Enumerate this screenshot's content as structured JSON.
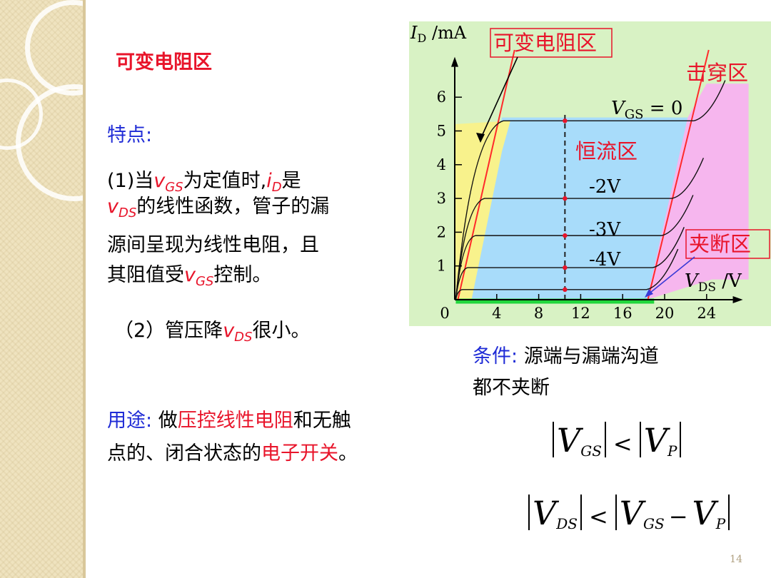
{
  "title": "可变电阻区",
  "features": {
    "label": "特点:",
    "p1_a": "(1)当",
    "v_gs": "v",
    "v_gs_sub": "GS",
    "p1_b": "为定值时,",
    "i_d": "i",
    "i_d_sub": "D",
    "p1_c": "是",
    "v_ds": "v",
    "v_ds_sub": "DS",
    "p1_d": "的线性函数，管子的漏",
    "p1_e": "源间呈现为线性电阻，且",
    "p1_f": "其阻值受",
    "p1_g": "控制。",
    "p2_a": "（2）管压降",
    "p2_b": "很小。"
  },
  "usage": {
    "label": "用途:",
    "a": "做",
    "b": "压控线性电阻",
    "c": "和无触",
    "d": "点的、闭合状态的",
    "e": "电子开关",
    "f": "。"
  },
  "condition": {
    "label": "条件:",
    "text1": "源端与漏端沟道",
    "text2": "都不夹断"
  },
  "formula1": {
    "v1": "V",
    "s1": "GS",
    "op": "<",
    "v2": "V",
    "s2": "P"
  },
  "formula2": {
    "v1": "V",
    "s1": "DS",
    "op": "<",
    "v2": "V",
    "s2": "GS",
    "minus": "−",
    "v3": "V",
    "s3": "P"
  },
  "chart_data": {
    "type": "line",
    "ylabel_var": "I",
    "ylabel_sub": "D",
    "ylabel_unit": "/mA",
    "xlabel_var": "V",
    "xlabel_sub": "DS",
    "xlabel_unit": "/V",
    "x_ticks": [
      "0",
      "4",
      "8",
      "12",
      "16",
      "20",
      "24"
    ],
    "y_ticks": [
      "1",
      "2",
      "3",
      "4",
      "5",
      "6"
    ],
    "xlim": [
      0,
      26
    ],
    "ylim": [
      0,
      7
    ],
    "regions": {
      "variable_resistance": "可变电阻区",
      "breakdown": "击穿区",
      "constant_current": "恒流区",
      "pinch_off": "夹断区"
    },
    "series": [
      {
        "name": "V_GS = 0",
        "label_var": "V",
        "label_sub": "GS",
        "label_rest": "= 0",
        "saturation": 5.3
      },
      {
        "name": "-2V",
        "label": "-2V",
        "saturation": 3.0
      },
      {
        "name": "-3V",
        "label": "-3V",
        "saturation": 1.9
      },
      {
        "name": "-4V",
        "label": "-4V",
        "saturation": 0.95
      },
      {
        "name": "",
        "label": "",
        "saturation": 0.3
      }
    ]
  },
  "page_number": "14",
  "colors": {
    "red": "#e8142a",
    "blue": "#1f2bd6",
    "yellow_region": "#f8f28c",
    "blue_region": "#a8dcfa",
    "pink_region": "#f6b6ee",
    "chart_bg": "#d8f2c4"
  }
}
